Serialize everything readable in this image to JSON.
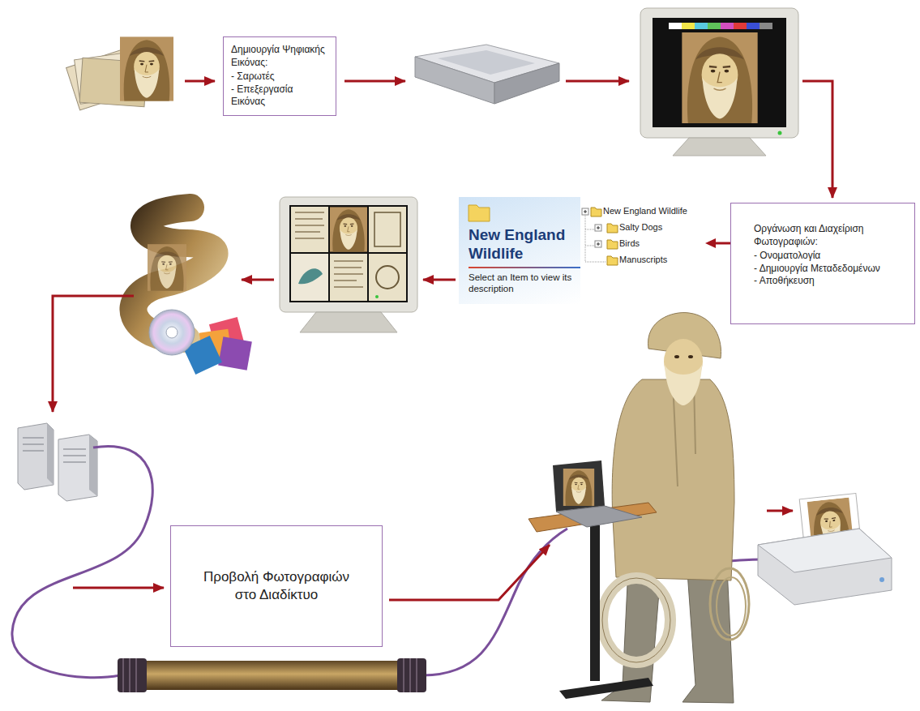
{
  "diagram": {
    "nodes": [
      {
        "text": [
          "Δημιουργία Ψηφιακής Εικόνας:",
          "- Σαρωτές",
          "- Επεξεργασία Εικόνας"
        ]
      },
      {
        "text": [
          "New England Wildlife",
          "Select an Item to view its description",
          "New England Wildlife",
          "Salty Dogs",
          "Birds",
          "Manuscripts"
        ]
      },
      {
        "text": [
          "Οργάνωση και Διαχείριση Φωτογραφιών:",
          "- Ονοματολογία",
          "- Δημιουργία Μεταδεδομένων",
          "- Αποθήκευση"
        ]
      },
      {
        "text": [
          "Προβολή Φωτογραφιών στο Διαδίκτυο"
        ]
      }
    ],
    "edges": [
      {
        "from": 2,
        "to": 1,
        "arrow": "to"
      }
    ]
  }
}
